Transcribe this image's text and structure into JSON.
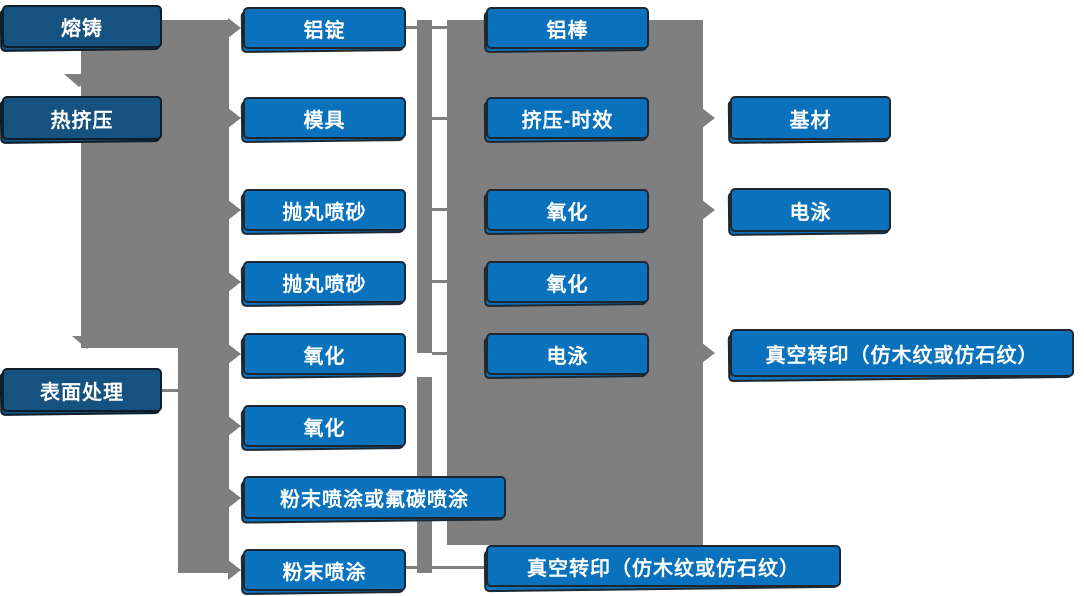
{
  "diagram": {
    "type": "process-flowchart",
    "language": "zh-CN",
    "colors": {
      "stage_box": "#15527f",
      "process_box": "#0a72bd",
      "connector": "#7f7f7f",
      "text": "#ffffff",
      "background": "#ffffff"
    }
  },
  "nodes": {
    "smelting_casting": "熔铸",
    "hot_extrusion": "热挤压",
    "surface_treatment": "表面处理",
    "aluminum_ingot": "铝锭",
    "mold": "模具",
    "shot_blasting_1": "抛丸喷砂",
    "shot_blasting_2": "抛丸喷砂",
    "oxidation_1": "氧化",
    "oxidation_2": "氧化",
    "powder_fluorocarbon": "粉末喷涂或氟碳喷涂",
    "powder_coating": "粉末喷涂",
    "aluminum_rod": "铝棒",
    "extrusion_aging": "挤压-时效",
    "oxidation_3": "氧化",
    "oxidation_4": "氧化",
    "electrophoresis_1": "电泳",
    "vacuum_transfer_bottom": "真空转印（仿木纹或仿石纹）",
    "base_material": "基材",
    "electrophoresis_2": "电泳",
    "vacuum_transfer_right": "真空转印（仿木纹或仿石纹）"
  },
  "edges": [
    {
      "from": "smelting_casting",
      "to": "aluminum_ingot",
      "style": "arrow"
    },
    {
      "from": "smelting_casting",
      "to": "hot_extrusion",
      "style": "arrow"
    },
    {
      "from": "hot_extrusion",
      "to": "mold",
      "style": "arrow"
    },
    {
      "from": "hot_extrusion",
      "to": "surface_treatment",
      "style": "arrow"
    },
    {
      "from": "surface_treatment",
      "to": "shot_blasting_1",
      "style": "arrow"
    },
    {
      "from": "surface_treatment",
      "to": "shot_blasting_2",
      "style": "arrow"
    },
    {
      "from": "surface_treatment",
      "to": "oxidation_1",
      "style": "arrow"
    },
    {
      "from": "surface_treatment",
      "to": "oxidation_2",
      "style": "arrow"
    },
    {
      "from": "surface_treatment",
      "to": "powder_fluorocarbon",
      "style": "arrow"
    },
    {
      "from": "surface_treatment",
      "to": "powder_coating",
      "style": "arrow"
    },
    {
      "from": "aluminum_ingot",
      "to": "aluminum_rod",
      "style": "line"
    },
    {
      "from": "mold",
      "to": "extrusion_aging",
      "style": "line"
    },
    {
      "from": "shot_blasting_1",
      "to": "oxidation_3",
      "style": "line"
    },
    {
      "from": "shot_blasting_2",
      "to": "oxidation_4",
      "style": "line"
    },
    {
      "from": "oxidation_1",
      "to": "electrophoresis_1",
      "style": "line"
    },
    {
      "from": "powder_coating",
      "to": "vacuum_transfer_bottom",
      "style": "line"
    },
    {
      "from": "extrusion_aging",
      "to": "base_material",
      "style": "arrow"
    },
    {
      "from": "oxidation_3",
      "to": "electrophoresis_2",
      "style": "arrow"
    },
    {
      "from": "electrophoresis_1",
      "to": "vacuum_transfer_right",
      "style": "arrow"
    }
  ]
}
